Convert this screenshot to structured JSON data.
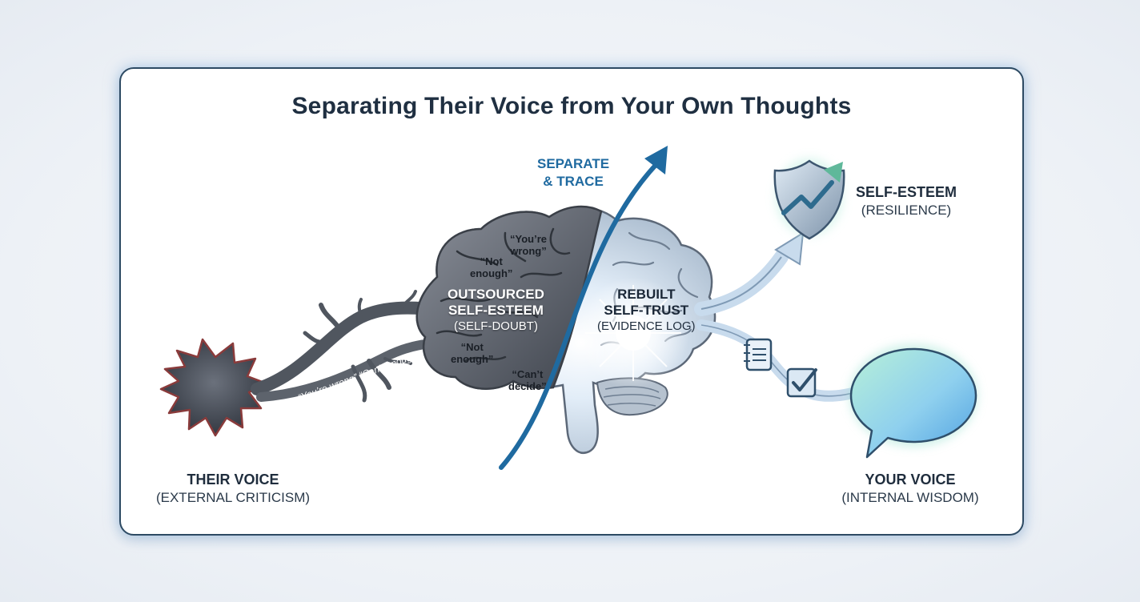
{
  "title": "Separating Their Voice from Your Own Thoughts",
  "nodes": {
    "their_voice": {
      "label": "THEIR VOICE",
      "sub": "(EXTERNAL CRITICISM)"
    },
    "outsourced": {
      "label_line1": "OUTSOURCED",
      "label_line2": "SELF-ESTEEM",
      "sub": "(SELF-DOUBT)"
    },
    "rebuilt": {
      "label_line1": "REBUILT",
      "label_line2": "SELF-TRUST",
      "sub": "(EVIDENCE LOG)"
    },
    "self_esteem": {
      "label": "SELF-ESTEEM",
      "sub": "(RESILIENCE)"
    },
    "your_voice": {
      "label": "YOUR VOICE",
      "sub": "(INTERNAL WISDOM)"
    }
  },
  "separator": {
    "line1": "SEPARATE",
    "line2": "& TRACE"
  },
  "quotes": {
    "q1_line1": "“You’re",
    "q1_line2": "wrong”",
    "q2_line1": "“Not",
    "q2_line2": "enough”",
    "q3_line1": "“Not",
    "q3_line2": "enough”",
    "q4_line1": "“Can’t",
    "q4_line2": "decide”"
  },
  "branch_text": "“You’re wrong” “Can’t enough”",
  "icons": {
    "starburst": "starburst-icon",
    "brain": "brain-icon",
    "shield": "shield-icon",
    "notepad": "notepad-icon",
    "checkbox": "checkbox-icon",
    "speech_bubble": "speech-bubble-icon"
  },
  "colors": {
    "accent_blue": "#1f6aa0",
    "dark_gray": "#4b5260",
    "title": "#1f2f41",
    "border": "#2d4a63"
  }
}
